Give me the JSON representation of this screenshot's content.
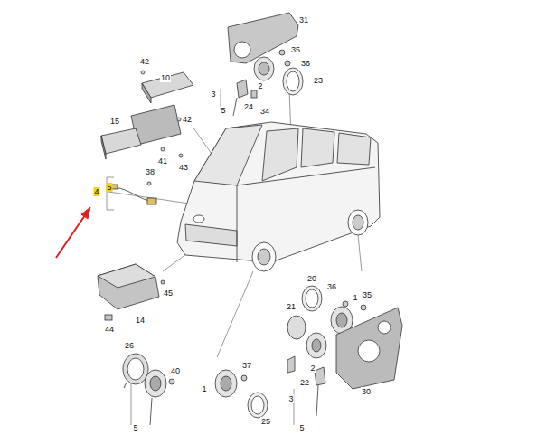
{
  "diagram": {
    "labels": [
      "31",
      "35",
      "36",
      "2",
      "23",
      "42",
      "10",
      "3",
      "24",
      "5",
      "34",
      "15",
      "42",
      "38",
      "41",
      "43",
      "4",
      "5",
      "45",
      "14",
      "44",
      "20",
      "36",
      "1",
      "35",
      "21",
      "2",
      "22",
      "3",
      "5",
      "30",
      "26",
      "40",
      "7",
      "5",
      "1",
      "37",
      "25"
    ]
  }
}
